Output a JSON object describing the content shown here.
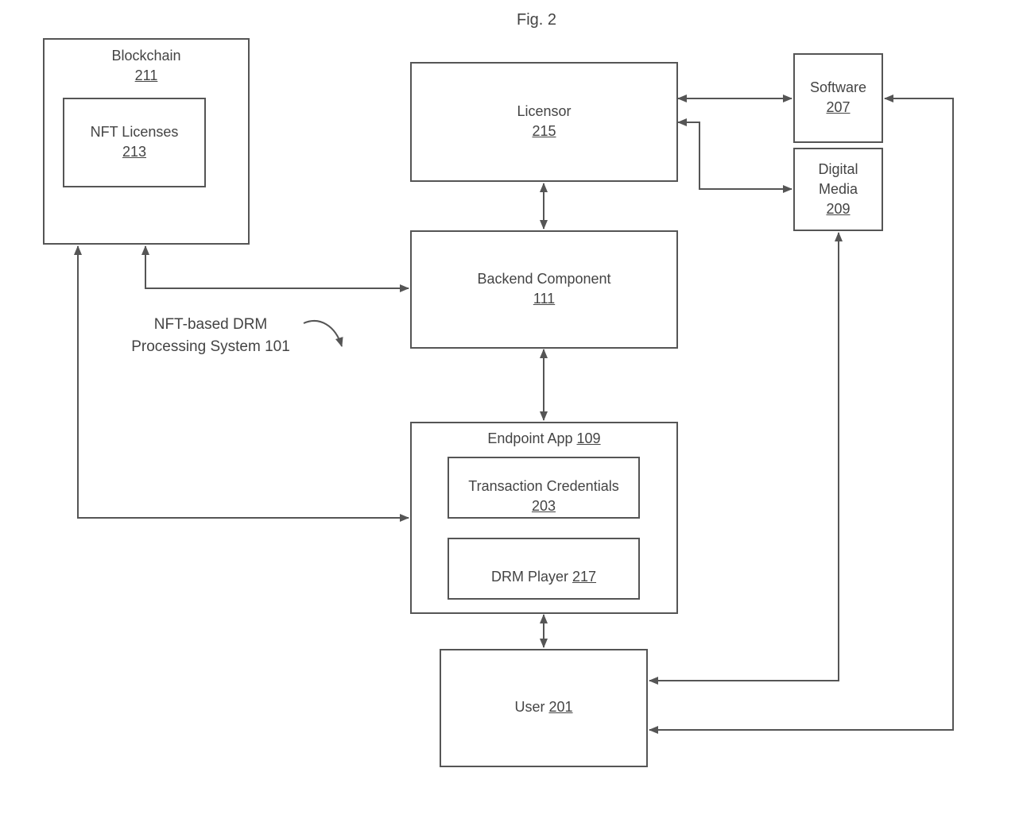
{
  "figure_title": "Fig. 2",
  "caption": {
    "line1": "NFT-based DRM",
    "line2": "Processing  System 101"
  },
  "nodes": {
    "blockchain": {
      "label": "Blockchain",
      "number": "211"
    },
    "nft_licenses": {
      "label": "NFT Licenses",
      "number": "213"
    },
    "licensor": {
      "label": "Licensor",
      "number": "215"
    },
    "software": {
      "label": "Software",
      "number": "207"
    },
    "digital_media": {
      "label_line1": "Digital",
      "label_line2": "Media",
      "number": "209"
    },
    "backend_component": {
      "label": "Backend Component",
      "number": "111"
    },
    "endpoint_app": {
      "label": "Endpoint App",
      "number": "109"
    },
    "transaction_credentials": {
      "label": "Transaction Credentials",
      "number": "203"
    },
    "drm_player": {
      "label": "DRM Player",
      "number": "217"
    },
    "user": {
      "label": "User",
      "number": "201"
    }
  }
}
